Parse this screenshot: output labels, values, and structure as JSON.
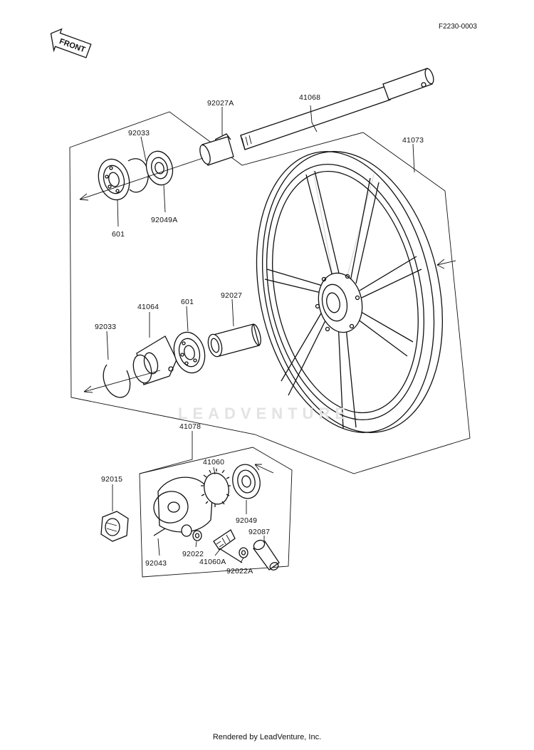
{
  "document": {
    "id": "F2230-0003",
    "footer": "Rendered by LeadVenture, Inc.",
    "watermark": "LEADVENTURE",
    "front_marker": "FRONT"
  },
  "parts": [
    {
      "key": "p41068",
      "label": "41068"
    },
    {
      "key": "p92027A",
      "label": "92027A"
    },
    {
      "key": "p92033_top",
      "label": "92033"
    },
    {
      "key": "p41073",
      "label": "41073"
    },
    {
      "key": "p601_top",
      "label": "601"
    },
    {
      "key": "p92049A",
      "label": "92049A"
    },
    {
      "key": "p41064",
      "label": "41064"
    },
    {
      "key": "p601_mid",
      "label": "601"
    },
    {
      "key": "p92027",
      "label": "92027"
    },
    {
      "key": "p92033_mid",
      "label": "92033"
    },
    {
      "key": "p41078",
      "label": "41078"
    },
    {
      "key": "p41060",
      "label": "41060"
    },
    {
      "key": "p92015",
      "label": "92015"
    },
    {
      "key": "p92049",
      "label": "92049"
    },
    {
      "key": "p92087",
      "label": "92087"
    },
    {
      "key": "p92043",
      "label": "92043"
    },
    {
      "key": "p92022",
      "label": "92022"
    },
    {
      "key": "p41060A",
      "label": "41060A"
    },
    {
      "key": "p92022A",
      "label": "92022A"
    }
  ]
}
